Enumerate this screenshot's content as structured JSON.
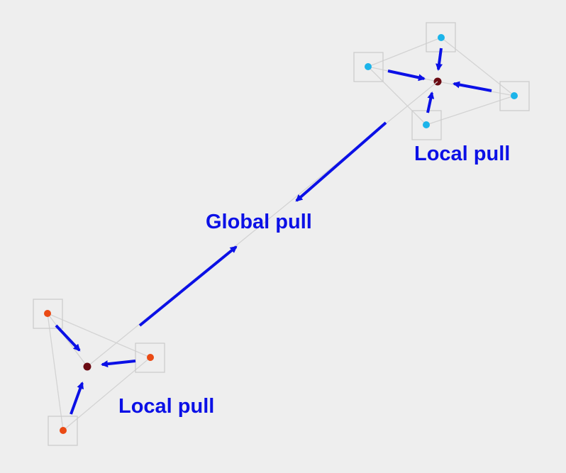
{
  "labels": {
    "local_top": "Local pull",
    "global": "Global pull",
    "local_bottom": "Local pull"
  },
  "colors": {
    "background": "#eeeeee",
    "arrow": "#0b10e6",
    "cyan_node": "#1bb4ea",
    "orange_node": "#ea4a14",
    "centroid": "#6a0a12",
    "edge": "#d3d3d3",
    "box": "#cccccc"
  }
}
